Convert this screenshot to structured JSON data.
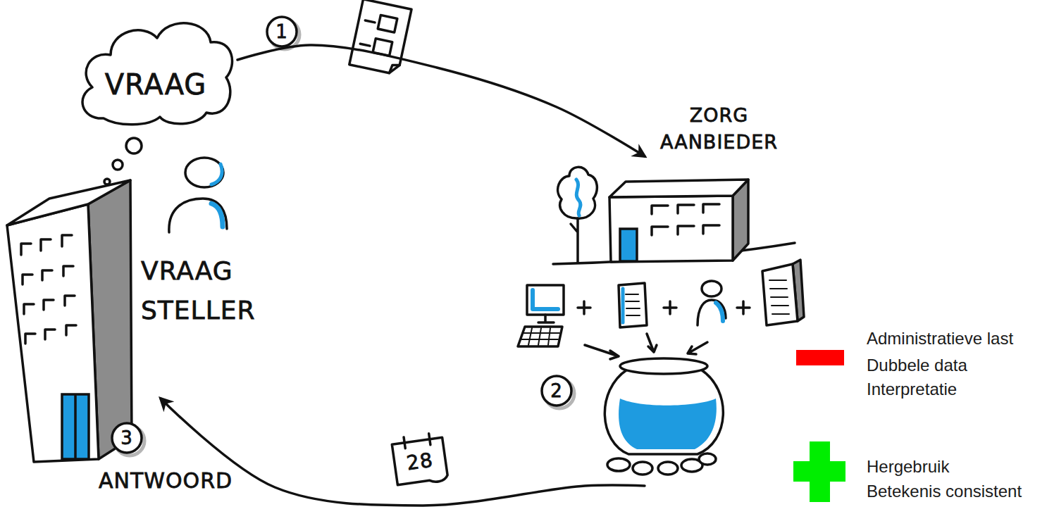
{
  "diagram": {
    "nodes": [
      {
        "text": [
          "VRAAG"
        ]
      },
      {
        "text": [
          "VRAAG STELLER"
        ]
      },
      {
        "text": [
          "ZORG AANBIEDER"
        ]
      }
    ],
    "edges": [
      {
        "from": 0,
        "to": 2,
        "arrow": "to"
      },
      {
        "from": 2,
        "to": 1,
        "arrow": "to"
      }
    ],
    "labels": [
      "1",
      "2",
      "3",
      "ANTWOORD",
      "28"
    ],
    "legend": [
      {
        "text": "Administratieve last",
        "color": "#ff0000"
      },
      {
        "text": "Dubbele data",
        "color": "#ff0000"
      },
      {
        "text": "Interpretatie",
        "color": "#ff0000"
      },
      {
        "text": "Hergebruik",
        "color": "#00ee00"
      },
      {
        "text": "Betekenis consistent",
        "color": "#00ee00"
      }
    ]
  }
}
